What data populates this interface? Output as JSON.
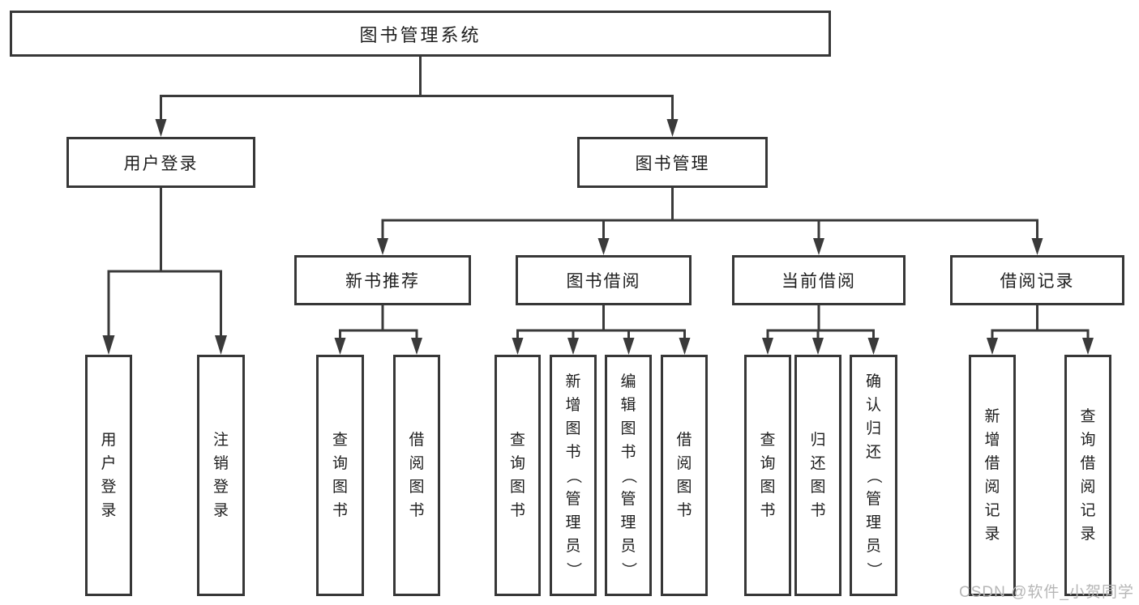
{
  "diagram": {
    "type": "function-structure-tree",
    "tree": {
      "label": "图书管理系统",
      "children": [
        {
          "label": "用户登录",
          "children": [
            {
              "label": "用户登录"
            },
            {
              "label": "注销登录"
            }
          ]
        },
        {
          "label": "图书管理",
          "children": [
            {
              "label": "新书推荐",
              "children": [
                {
                  "label": "查询图书"
                },
                {
                  "label": "借阅图书"
                }
              ]
            },
            {
              "label": "图书借阅",
              "children": [
                {
                  "label": "查询图书"
                },
                {
                  "label": "新增图书（管理员）"
                },
                {
                  "label": "编辑图书（管理员）"
                },
                {
                  "label": "借阅图书"
                }
              ]
            },
            {
              "label": "当前借阅",
              "children": [
                {
                  "label": "查询图书"
                },
                {
                  "label": "归还图书"
                },
                {
                  "label": "确认归还（管理员）"
                }
              ]
            },
            {
              "label": "借阅记录",
              "children": [
                {
                  "label": "新增借阅记录"
                },
                {
                  "label": "查询借阅记录"
                }
              ]
            }
          ]
        }
      ]
    },
    "colors": {
      "line": "#3a3a3a",
      "box_border": "#373737",
      "text": "#1e1e1e",
      "watermark": "#b6b6b6",
      "background": "#ffffff"
    }
  },
  "watermark": {
    "text": "CSDN @软件_小贺同学"
  }
}
